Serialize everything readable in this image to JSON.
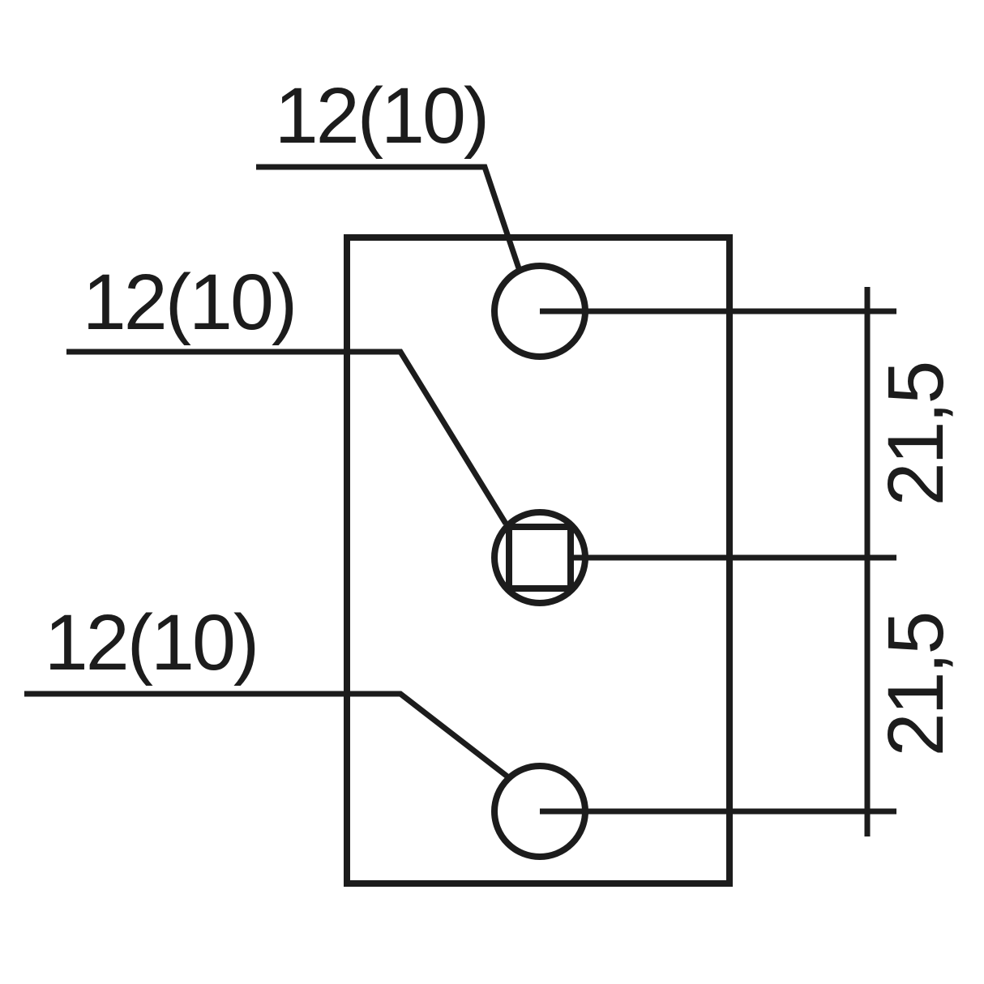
{
  "labels": {
    "hole_top": "12(10)",
    "hole_middle": "12(10)",
    "hole_bottom": "12(10)",
    "dim_upper": "21,5",
    "dim_lower": "21,5"
  },
  "colors": {
    "line": "#1c1c1c",
    "background": "#ffffff"
  }
}
